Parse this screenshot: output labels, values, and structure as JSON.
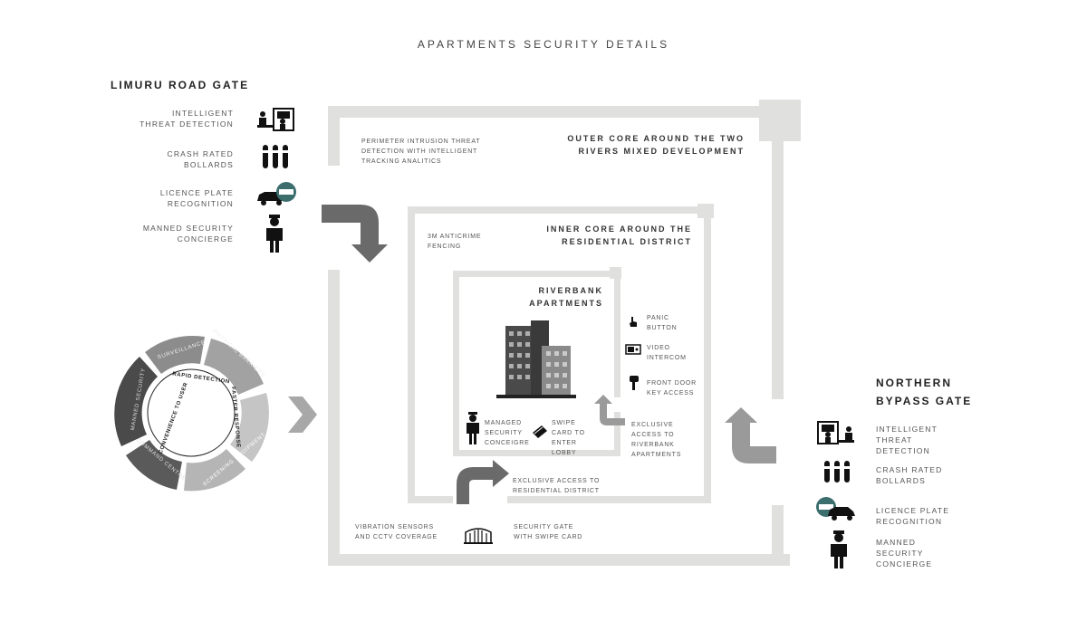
{
  "title": "APARTMENTS SECURITY DETAILS",
  "limuru_gate": {
    "title": "LIMURU ROAD GATE",
    "items": [
      {
        "label": "INTELLIGENT THREAT DETECTION",
        "icon": "threat-detection-icon"
      },
      {
        "label": "CRASH RATED BOLLARDS",
        "icon": "bollards-icon"
      },
      {
        "label": "LICENCE PLATE RECOGNITION",
        "icon": "licence-plate-icon"
      },
      {
        "label": "MANNED SECURITY CONCIERGE",
        "icon": "security-guard-icon"
      }
    ]
  },
  "northern_gate": {
    "title": "NORTHERN BYPASS GATE",
    "items": [
      {
        "label": "INTELLIGENT THREAT DETECTION",
        "icon": "threat-detection-icon"
      },
      {
        "label": "CRASH RATED BOLLARDS",
        "icon": "bollards-icon"
      },
      {
        "label": "LICENCE PLATE RECOGNITION",
        "icon": "licence-plate-icon"
      },
      {
        "label": "MANNED SECURITY CONCIERGE",
        "icon": "security-guard-icon"
      }
    ]
  },
  "outer_core": {
    "title": "OUTER CORE AROUND THE TWO RIVERS MIXED DEVELOPMENT",
    "perimeter": "PERIMETER INTRUSION THREAT DETECTION WITH INTELLIGENT TRACKING ANALITICS",
    "vibration": "VIBRATION SENSORS AND CCTV COVERAGE",
    "gate": "SECURITY GATE WITH SWIPE CARD"
  },
  "inner_core": {
    "title": "INNER CORE AROUND THE RESIDENTIAL DISTRICT",
    "fencing": "3M ANTICRIME FENCING",
    "exclusive": "EXCLUSIVE ACCESS TO RESIDENTIAL DISTRICT"
  },
  "riverbank": {
    "title": "RIVERBANK APARTMENTS",
    "features": [
      {
        "label": "PANIC BUTTON",
        "icon": "panic-button-icon"
      },
      {
        "label": "VIDEO INTERCOM",
        "icon": "video-intercom-icon"
      },
      {
        "label": "FRONT DOOR KEY ACCESS",
        "icon": "key-icon"
      }
    ],
    "concierge": "MANAGED SECURITY CONCEIGRE",
    "swipe": "SWIPE CARD TO ENTER LOBBY",
    "exclusive": "EXCLUSIVE ACCESS TO RIVERBANK APARTMENTS"
  },
  "cycle": {
    "outer": [
      "SURVEILLANCE",
      "PHYSICAL BARRIERS",
      "ACCESS CONTROL",
      "SCREENING EQUIPMENT",
      "COMMAND CENTRE",
      "MANNED SECURITY"
    ],
    "inner": [
      "RAPID DETECTION",
      "FASTER RESPONSE",
      "CONVENIENCE TO USER"
    ]
  },
  "colors": {
    "wall": "#e0e0df",
    "arrow_dark": "#585859",
    "arrow_light": "#a8a8a8",
    "cycle_dark": "#4a4a4a"
  }
}
